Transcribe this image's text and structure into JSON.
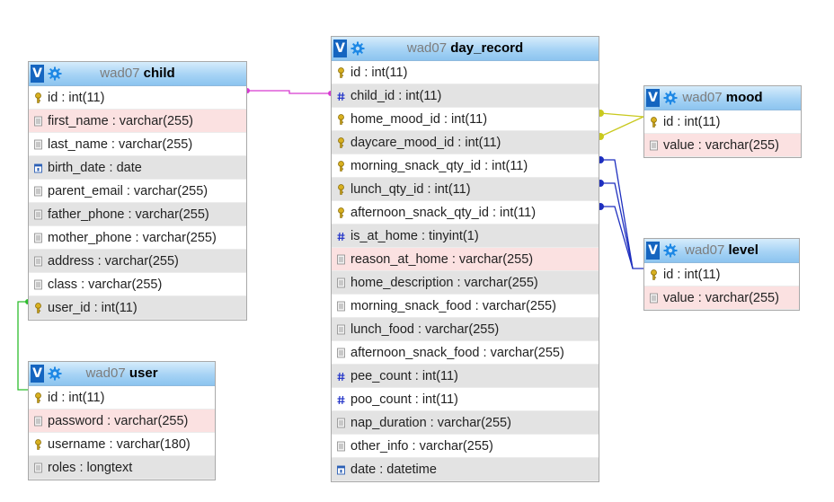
{
  "tables": {
    "child": {
      "db": "wad07",
      "name": "child",
      "columns": [
        {
          "text": "id : int(11)",
          "icon": "key-icon"
        },
        {
          "text": "first_name : varchar(255)",
          "icon": "text-icon"
        },
        {
          "text": "last_name : varchar(255)",
          "icon": "text-icon"
        },
        {
          "text": "birth_date : date",
          "icon": "date-icon"
        },
        {
          "text": "parent_email : varchar(255)",
          "icon": "text-icon"
        },
        {
          "text": "father_phone : varchar(255)",
          "icon": "text-icon"
        },
        {
          "text": "mother_phone : varchar(255)",
          "icon": "text-icon"
        },
        {
          "text": "address : varchar(255)",
          "icon": "text-icon"
        },
        {
          "text": "class : varchar(255)",
          "icon": "text-icon"
        },
        {
          "text": "user_id : int(11)",
          "icon": "key-icon"
        }
      ]
    },
    "user": {
      "db": "wad07",
      "name": "user",
      "columns": [
        {
          "text": "id : int(11)",
          "icon": "key-icon"
        },
        {
          "text": "password : varchar(255)",
          "icon": "text-icon"
        },
        {
          "text": "username : varchar(180)",
          "icon": "key-icon"
        },
        {
          "text": "roles : longtext",
          "icon": "text-icon"
        }
      ]
    },
    "day_record": {
      "db": "wad07",
      "name": "day_record",
      "columns": [
        {
          "text": "id : int(11)",
          "icon": "key-icon"
        },
        {
          "text": "child_id : int(11)",
          "icon": "hash-icon"
        },
        {
          "text": "home_mood_id : int(11)",
          "icon": "key-icon"
        },
        {
          "text": "daycare_mood_id : int(11)",
          "icon": "key-icon"
        },
        {
          "text": "morning_snack_qty_id : int(11)",
          "icon": "key-icon"
        },
        {
          "text": "lunch_qty_id : int(11)",
          "icon": "key-icon"
        },
        {
          "text": "afternoon_snack_qty_id : int(11)",
          "icon": "key-icon"
        },
        {
          "text": "is_at_home : tinyint(1)",
          "icon": "hash-icon"
        },
        {
          "text": "reason_at_home : varchar(255)",
          "icon": "text-icon"
        },
        {
          "text": "home_description : varchar(255)",
          "icon": "text-icon"
        },
        {
          "text": "morning_snack_food : varchar(255)",
          "icon": "text-icon"
        },
        {
          "text": "lunch_food : varchar(255)",
          "icon": "text-icon"
        },
        {
          "text": "afternoon_snack_food : varchar(255)",
          "icon": "text-icon"
        },
        {
          "text": "pee_count : int(11)",
          "icon": "hash-icon"
        },
        {
          "text": "poo_count : int(11)",
          "icon": "hash-icon"
        },
        {
          "text": "nap_duration : varchar(255)",
          "icon": "text-icon"
        },
        {
          "text": "other_info : varchar(255)",
          "icon": "text-icon"
        },
        {
          "text": "date : datetime",
          "icon": "date-icon"
        }
      ]
    },
    "mood": {
      "db": "wad07",
      "name": "mood",
      "columns": [
        {
          "text": "id : int(11)",
          "icon": "key-icon"
        },
        {
          "text": "value : varchar(255)",
          "icon": "text-icon"
        }
      ]
    },
    "level": {
      "db": "wad07",
      "name": "level",
      "columns": [
        {
          "text": "id : int(11)",
          "icon": "key-icon"
        },
        {
          "text": "value : varchar(255)",
          "icon": "text-icon"
        }
      ]
    }
  },
  "header_button_label": "V",
  "colors": {
    "child_day_record_link": "#d63ad0",
    "user_child_link": "#2ebd2e",
    "mood_link": "#c9c91f",
    "level_link": "#1e2fbf"
  }
}
